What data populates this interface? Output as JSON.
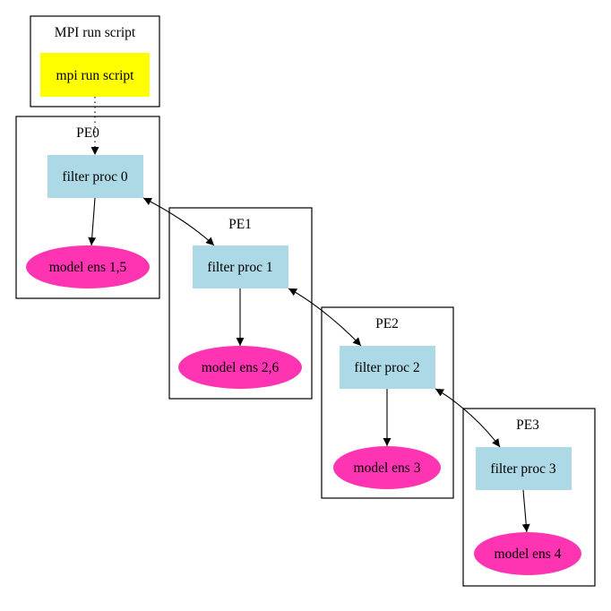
{
  "colors": {
    "script_node": "#ffff00",
    "filter_node": "#add8e6",
    "model_node": "#ff34b3",
    "stroke": "#000000"
  },
  "script_cluster": {
    "label": "MPI run script",
    "node_label": "mpi run script"
  },
  "clusters": [
    {
      "label": "PE0",
      "filter": "filter proc 0",
      "model": "model ens 1,5"
    },
    {
      "label": "PE1",
      "filter": "filter proc 1",
      "model": "model ens 2,6"
    },
    {
      "label": "PE2",
      "filter": "filter proc 2",
      "model": "model ens 3"
    },
    {
      "label": "PE3",
      "filter": "filter proc 3",
      "model": "model ens 4"
    }
  ]
}
